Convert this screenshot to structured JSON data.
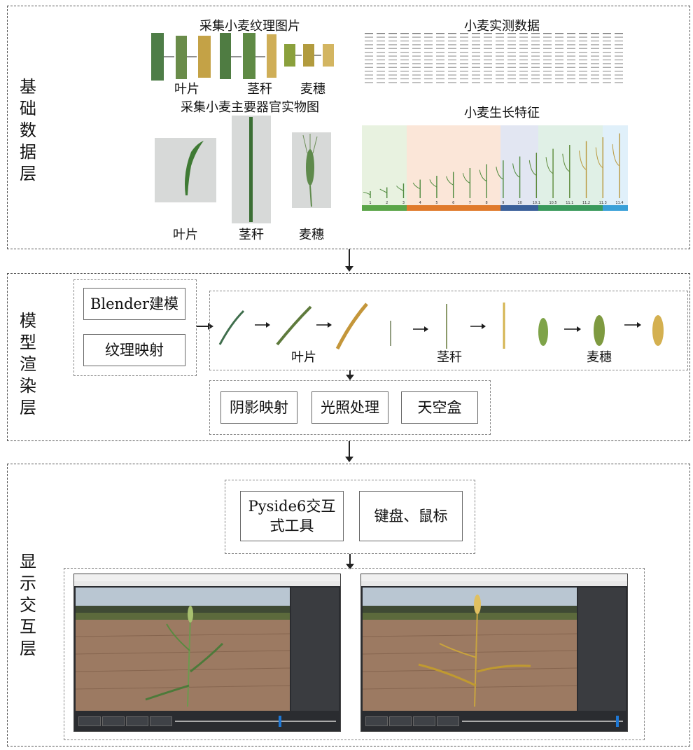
{
  "layers": {
    "base": "基础数据层",
    "render": "模型渲染层",
    "display": "显示交互层"
  },
  "base": {
    "texture_title": "采集小麦纹理图片",
    "texture_labels": [
      "叶片",
      "茎秆",
      "麦穗"
    ],
    "organ_title": "采集小麦主要器官实物图",
    "organ_labels": [
      "叶片",
      "茎秆",
      "麦穗"
    ],
    "measured_title": "小麦实测数据",
    "growth_title": "小麦生长特征",
    "growth_ticks": [
      "1",
      "2",
      "3",
      "4",
      "5",
      "6",
      "7",
      "8",
      "9",
      "10",
      "10.1",
      "10.5",
      "11.1",
      "11.2",
      "11.3",
      "11.4"
    ],
    "growth_stage_colors": [
      "#5aa548",
      "#e07a2c",
      "#3a5f9a",
      "#3a9a5c",
      "#39a0d8"
    ]
  },
  "render": {
    "blender": "Blender建模",
    "texture_map": "纹理映射",
    "organ_labels": [
      "叶片",
      "茎秆",
      "麦穗"
    ],
    "effects": [
      "阴影映射",
      "光照处理",
      "天空盒"
    ]
  },
  "display": {
    "pyside": "Pyside6交互式工具",
    "input": "键盘、鼠标"
  }
}
